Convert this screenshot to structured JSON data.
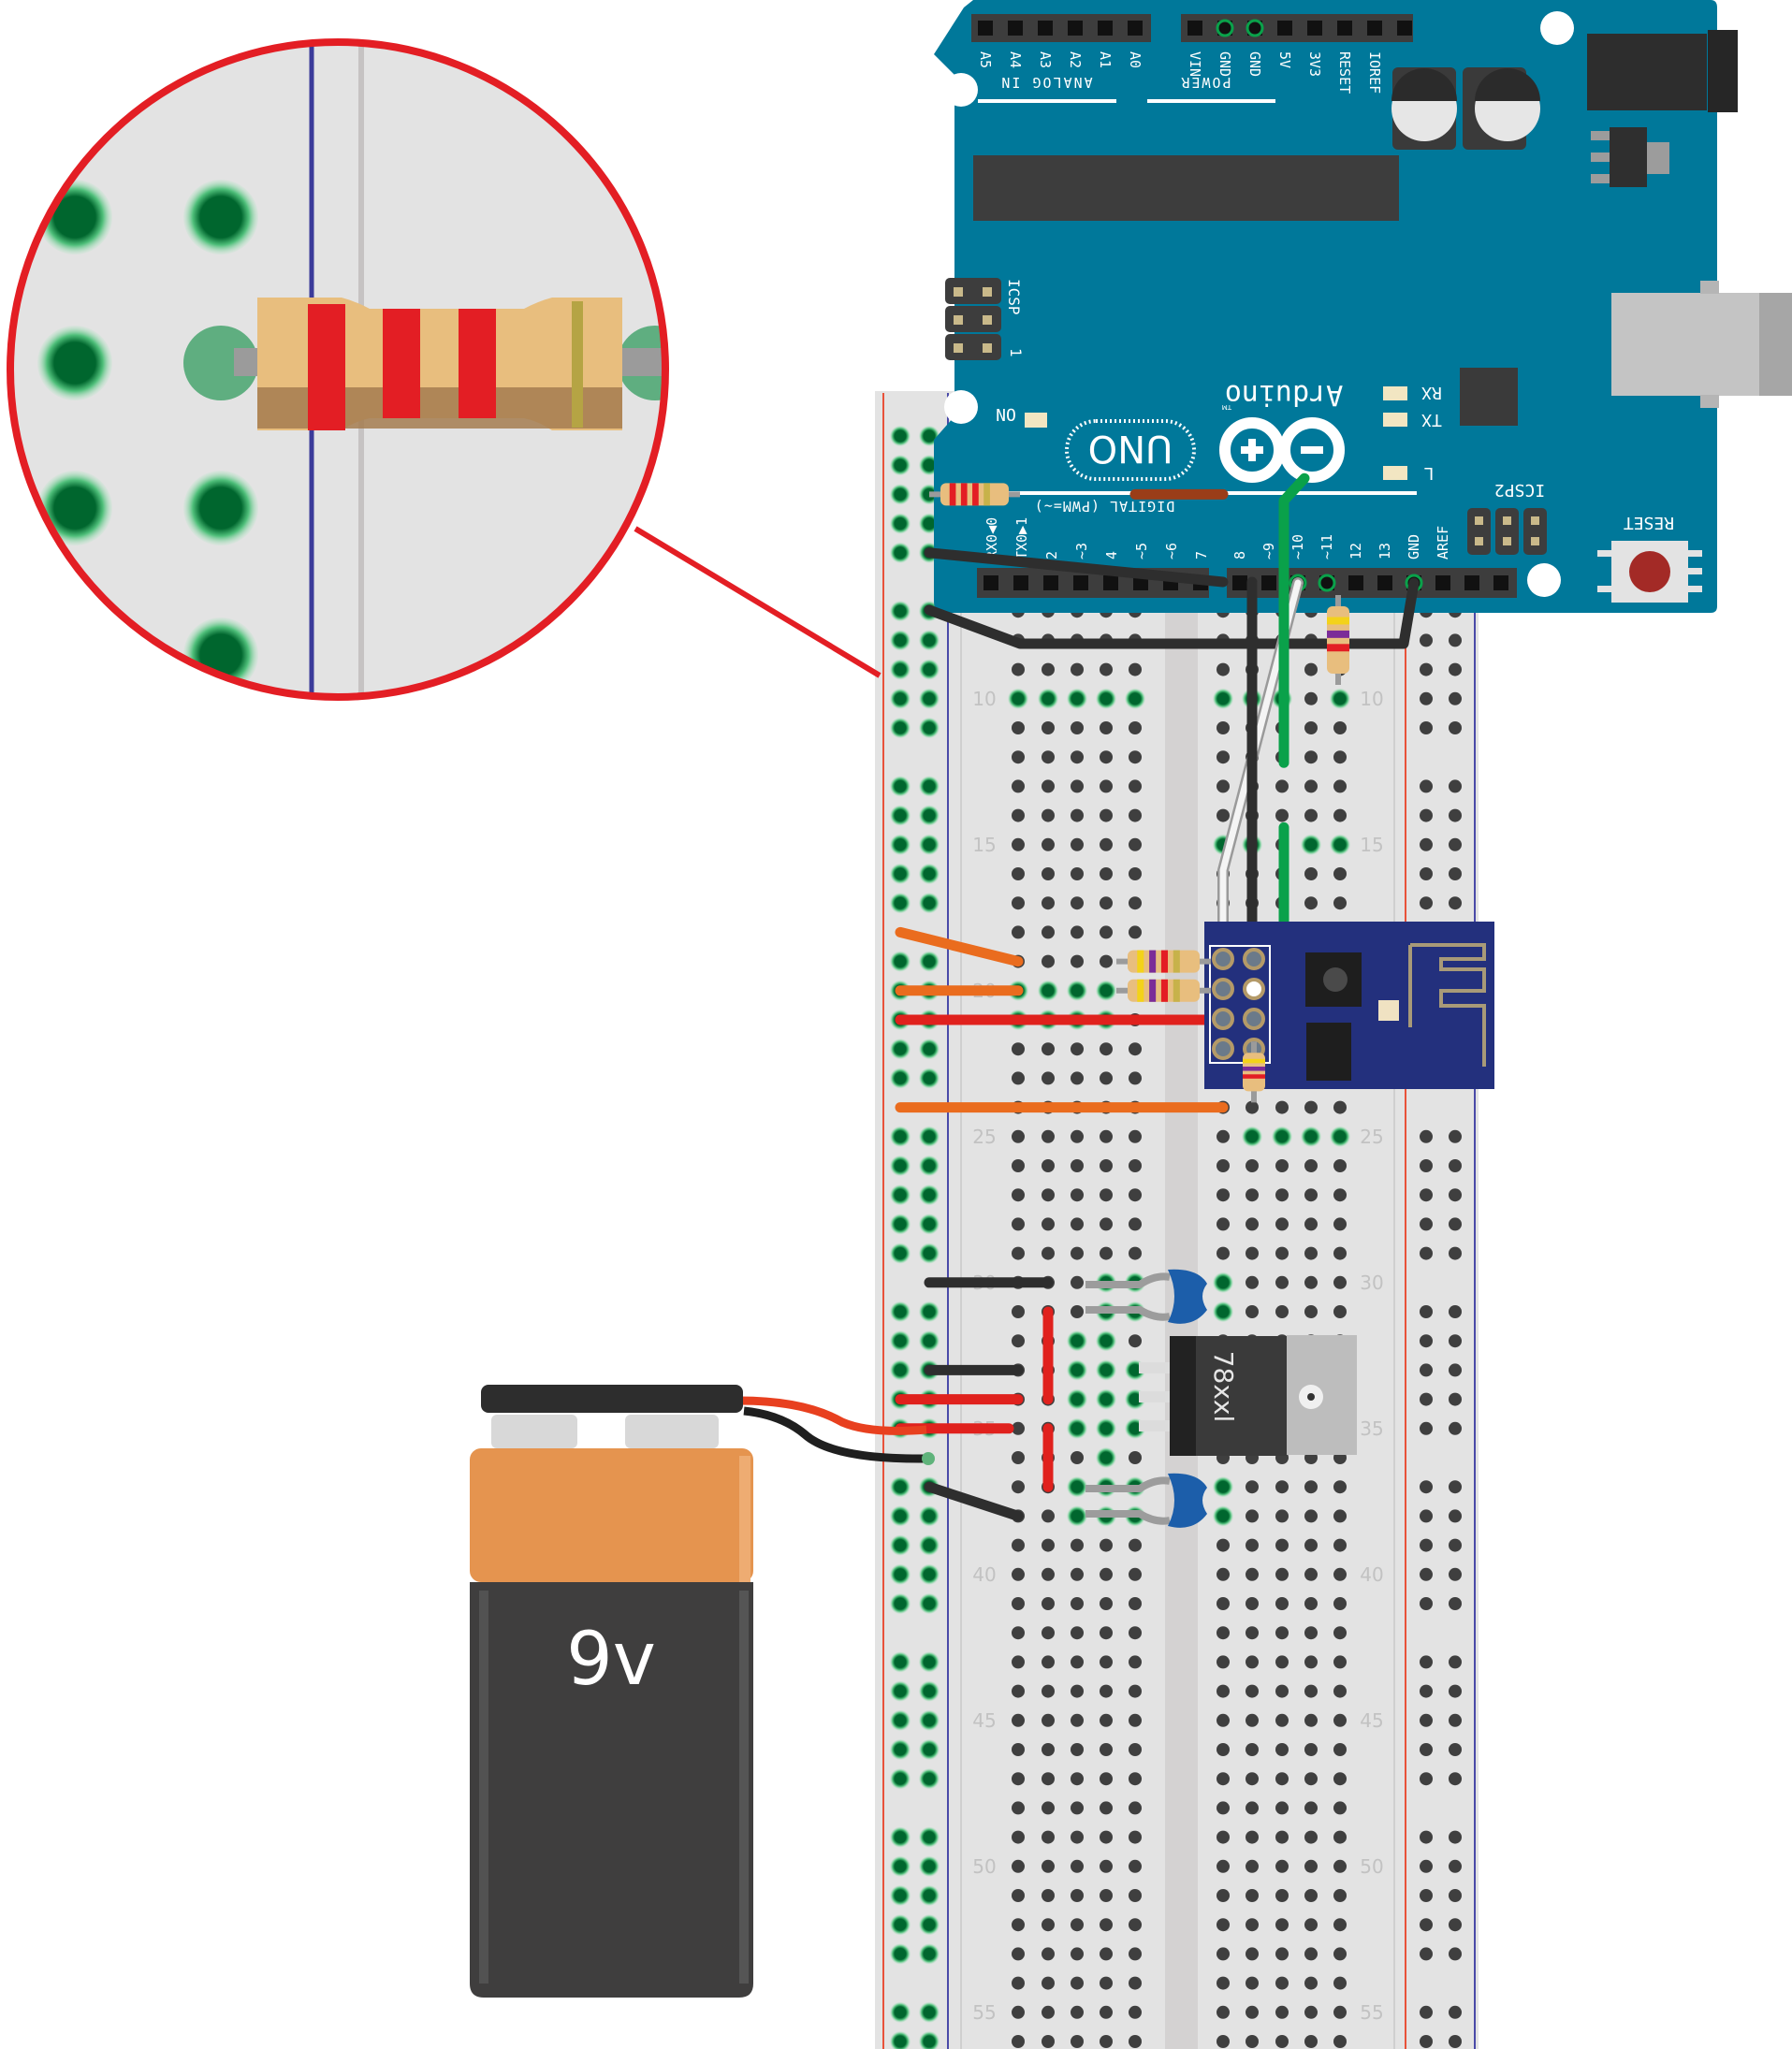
{
  "figure": {
    "description": "Breadboard wiring diagram: Arduino Uno, ESP8266 ESP-01 module, 78xxl voltage regulator, 9V battery, resistors and capacitors, with magnified resistor inset"
  },
  "colors": {
    "arduino_board": "#00789a",
    "breadboard": "#e3e3e3",
    "rail_positive": "#e8523a",
    "rail_negative": "#4a4aa8",
    "hole_connected": "#00662e",
    "hole_idle": "#3f3f3f",
    "wire_black": "#333333",
    "wire_red": "#e0211d",
    "wire_orange": "#ea6c1e",
    "wire_green": "#0aa14a",
    "wire_white": "#f4f4f4",
    "wire_brown": "#9a3d18",
    "magnifier_ring": "#e31e24",
    "esp_board": "#23307d",
    "battery_top": "#e5944f",
    "battery_body": "#3f3e3e",
    "capacitor": "#1c5eaa",
    "regulator": "#3a3a3a"
  },
  "arduino": {
    "brand": "Arduino",
    "trademark": "TM",
    "model": "UNO",
    "header_analog": {
      "title": "ANALOG IN",
      "pins": [
        "A5",
        "A4",
        "A3",
        "A2",
        "A1",
        "A0"
      ]
    },
    "header_power": {
      "title": "POWER",
      "pins": [
        "VIN",
        "GND",
        "GND",
        "5V",
        "3V3",
        "RESET",
        "IOREF",
        ""
      ]
    },
    "header_digital": {
      "title": "DIGITAL (PWM=~)",
      "pins_low": [
        "RX0◀0",
        "TX0▶1",
        "2",
        "~3",
        "4",
        "~5",
        "~6",
        "7"
      ],
      "pins_high": [
        "8",
        "~9",
        "~10",
        "~11",
        "12",
        "13",
        "GND",
        "AREF",
        "",
        ""
      ]
    },
    "leds": {
      "on": "ON",
      "rx": "RX",
      "tx": "TX",
      "l": "L"
    },
    "icsp1": "ICSP",
    "icsp1_pin": "1",
    "icsp2": "ICSP2",
    "reset_label": "RESET"
  },
  "breadboard": {
    "row_labels": [
      "10",
      "15",
      "20",
      "25",
      "30",
      "35",
      "40",
      "45",
      "50",
      "55"
    ],
    "rows": 56
  },
  "regulator": {
    "label": "78xxl"
  },
  "battery": {
    "label": "9v"
  },
  "inset": {
    "title": "Magnified resistor on breadboard power rail"
  }
}
